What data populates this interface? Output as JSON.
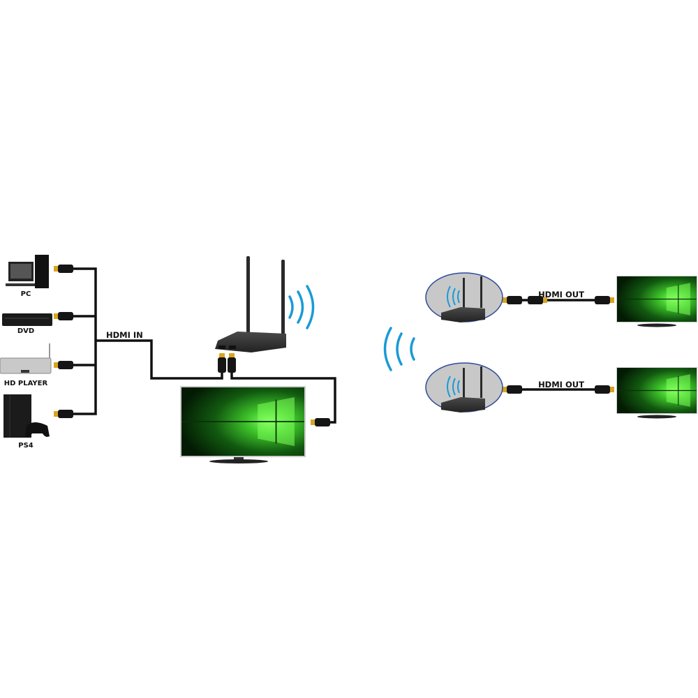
{
  "sources": [
    {
      "label": "PC",
      "icon": "desktop-pc-icon"
    },
    {
      "label": "DVD",
      "icon": "dvd-player-icon"
    },
    {
      "label": "HD PLAYER",
      "icon": "hd-player-icon"
    },
    {
      "label": "PS4",
      "icon": "ps4-console-icon"
    }
  ],
  "labels": {
    "hdmi_in": "HDMI IN",
    "hdmi_out_1": "HDMI OUT",
    "hdmi_out_2": "HDMI OUT"
  },
  "colors": {
    "cable": "#111111",
    "wave": "#1a9ad6",
    "connector_gold": "#d9a520",
    "ellipse_border": "#2d4a9a",
    "ellipse_fill": "#c8c8c8",
    "screen_green": "#3ec42a"
  }
}
